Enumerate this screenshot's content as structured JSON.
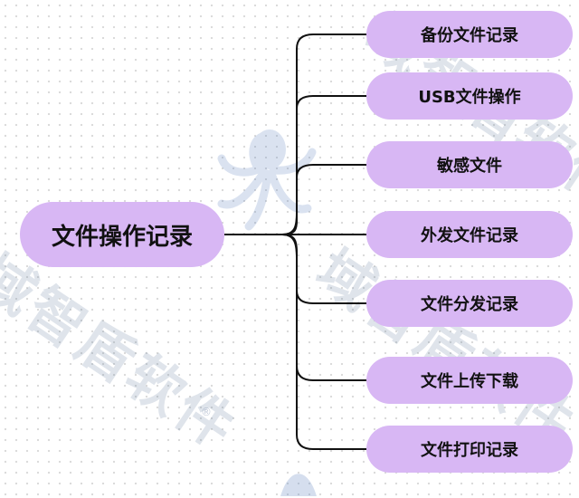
{
  "diagram": {
    "root": {
      "label": "文件操作记录"
    },
    "children": [
      {
        "label": "备份文件记录"
      },
      {
        "label": "USB文件操作"
      },
      {
        "label": "敏感文件"
      },
      {
        "label": "外发文件记录"
      },
      {
        "label": "文件分发记录"
      },
      {
        "label": "文件上传下载"
      },
      {
        "label": "文件打印记录"
      }
    ]
  },
  "watermark": {
    "text": "域智盾软件",
    "registered": "®"
  },
  "colors": {
    "node_fill": "#d8b7f4",
    "line": "#111111",
    "watermark": "#6e82a5"
  }
}
